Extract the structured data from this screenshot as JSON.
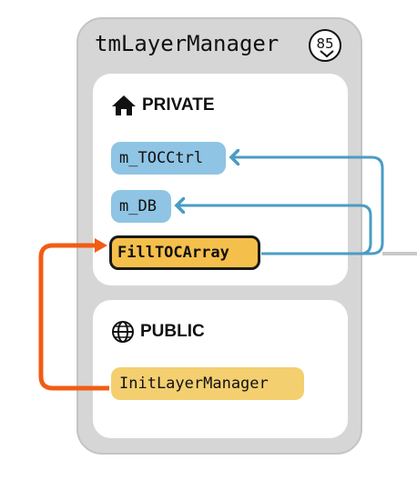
{
  "class": {
    "name": "tmLayerManager",
    "member_count": "85"
  },
  "sections": {
    "private": {
      "label": "PRIVATE",
      "icon": "house-icon",
      "members": [
        {
          "name": "m_TOCCtrl",
          "kind": "field"
        },
        {
          "name": "m_DB",
          "kind": "field"
        },
        {
          "name": "FillTOCArray",
          "kind": "method",
          "selected": true
        }
      ]
    },
    "public": {
      "label": "PUBLIC",
      "icon": "globe-icon",
      "members": [
        {
          "name": "InitLayerManager",
          "kind": "method"
        }
      ]
    }
  },
  "edges": [
    {
      "from": "FillTOCArray",
      "to": "m_TOCCtrl",
      "color": "#4a9cc4"
    },
    {
      "from": "FillTOCArray",
      "to": "m_DB",
      "color": "#4a9cc4"
    },
    {
      "from": "InitLayerManager",
      "to": "FillTOCArray",
      "color": "#f25c14"
    }
  ],
  "colors": {
    "card_bg": "#d6d6d6",
    "field_bg": "#8fc4e4",
    "method_bg": "#f4cf70",
    "selected_bg": "#f4c04b",
    "edge_blue": "#4a9cc4",
    "edge_orange": "#f25c14",
    "edge_gray": "#c8c8c8"
  }
}
